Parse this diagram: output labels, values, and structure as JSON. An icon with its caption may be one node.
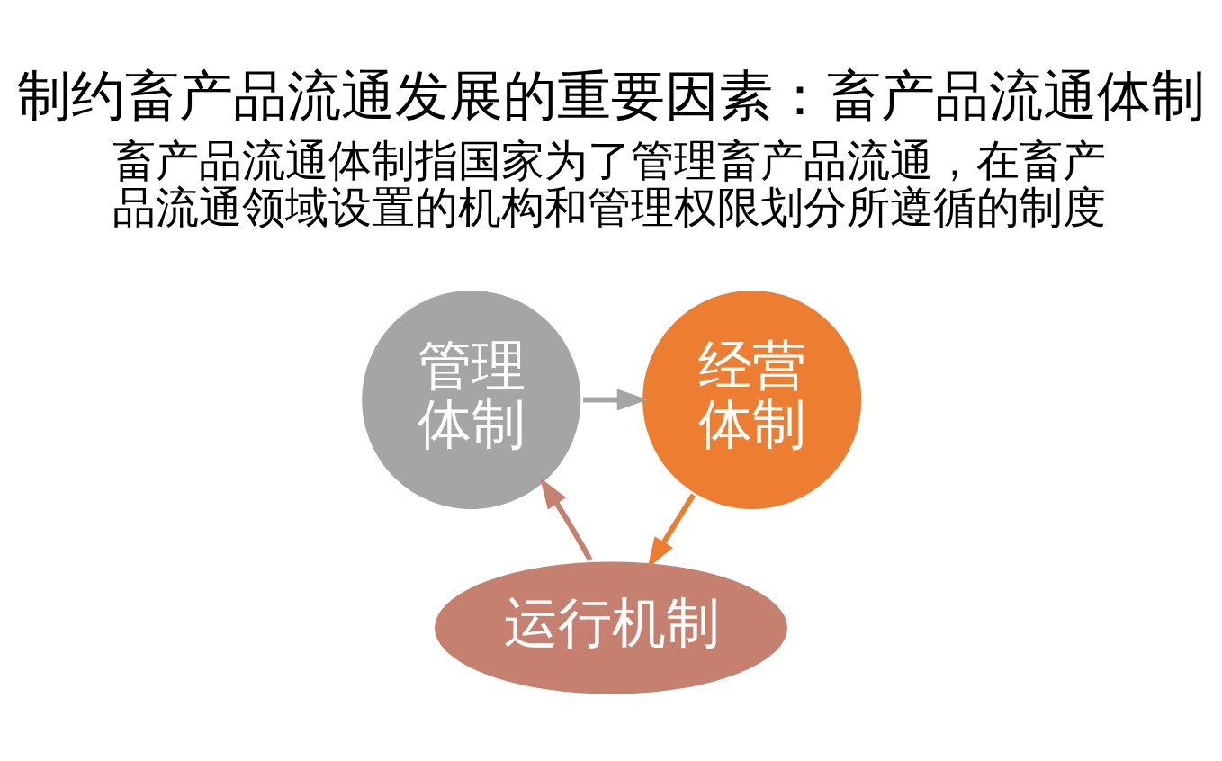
{
  "diagram": {
    "title": "制约畜产品流通发展的重要因素：畜产品流通体制",
    "nodes": [
      {
        "text": [
          "管理体制"
        ]
      },
      {
        "text": [
          "经营体制"
        ]
      },
      {
        "text": [
          "运行机制"
        ]
      }
    ],
    "edges": [
      {
        "from": 0,
        "to": 1,
        "arrow": "to",
        "color": "#a5a5a5"
      },
      {
        "from": 1,
        "to": 2,
        "arrow": "to",
        "color": "#ed7d31"
      },
      {
        "from": 2,
        "to": 0,
        "arrow": "to",
        "color": "#c5806f"
      }
    ],
    "labels": [
      "畜产品流通体制指国家为了管理畜产品流通，在畜产品流通领域设置的机构和管理权限划分所遵循的制度"
    ]
  }
}
